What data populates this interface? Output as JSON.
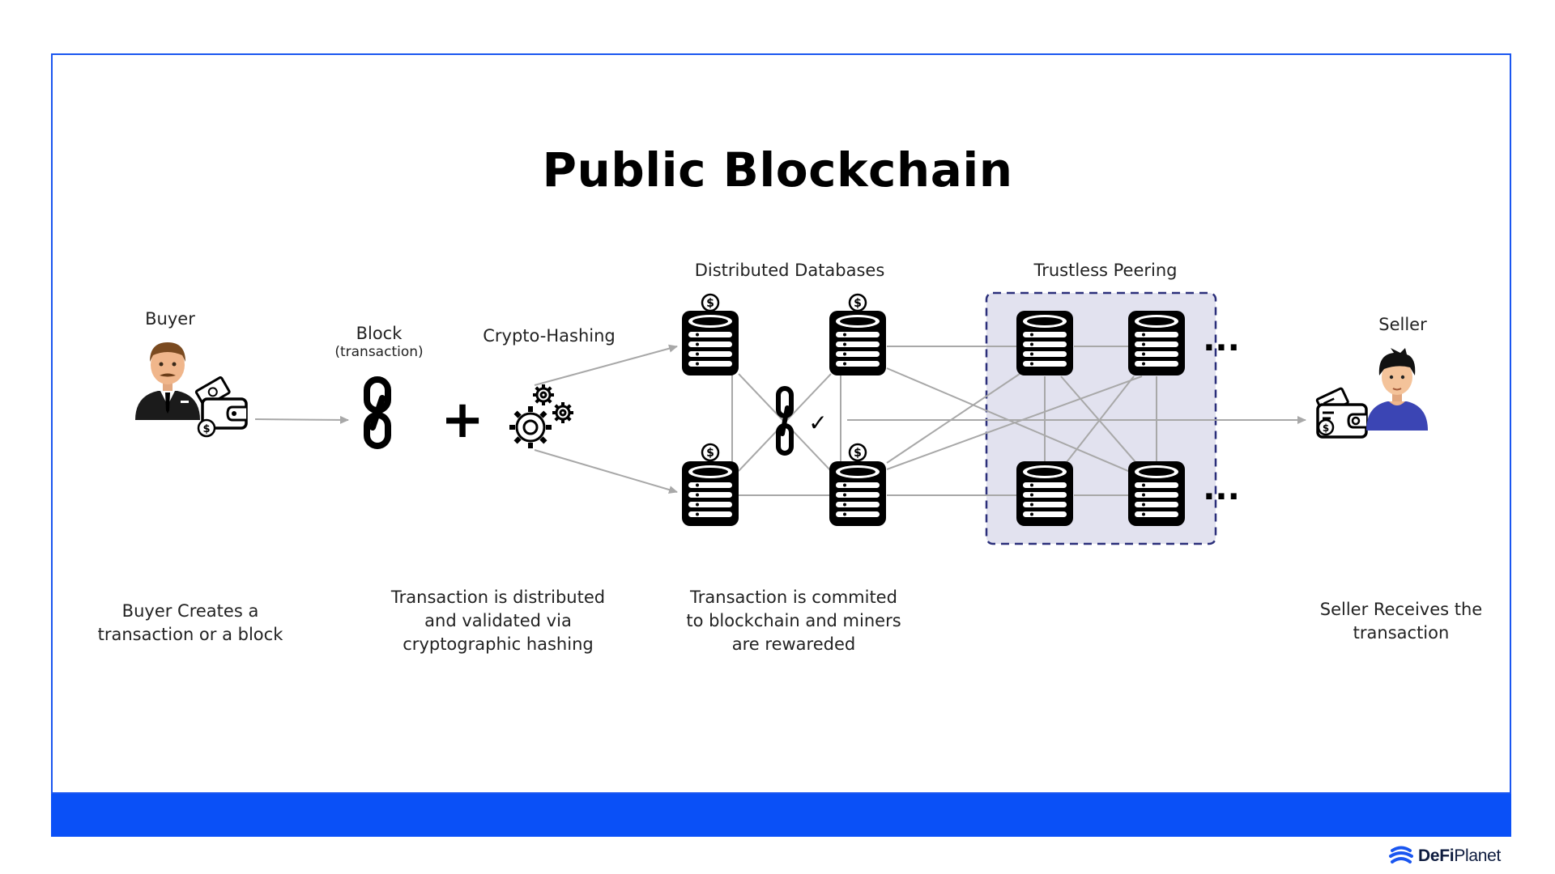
{
  "title": "Public Blockchain",
  "labels": {
    "buyer": "Buyer",
    "block": "Block",
    "block_sub": "(transaction)",
    "crypto_hashing": "Crypto-Hashing",
    "distributed_databases": "Distributed Databases",
    "trustless_peering": "Trustless Peering",
    "seller": "Seller"
  },
  "captions": {
    "buyer": [
      "Buyer Creates a",
      "transaction or a block"
    ],
    "hashing": [
      "Transaction is distributed",
      "and validated via",
      "cryptographic hashing"
    ],
    "commit": [
      "Transaction is commited",
      "to blockchain and miners",
      "are rewareded"
    ],
    "seller": [
      "Seller Receives the",
      "transaction"
    ]
  },
  "symbols": {
    "plus": "+",
    "check": "✓",
    "ellipsis": "..."
  },
  "logo": {
    "brand_bold": "DeFi",
    "brand_rest": "Planet"
  },
  "colors": {
    "frame_border": "#1a56f0",
    "bottom_bar": "#0a50f7",
    "peering_fill": "#e2e2ef",
    "peering_border": "#2b2f7a",
    "connector": "#a8a8a8"
  }
}
